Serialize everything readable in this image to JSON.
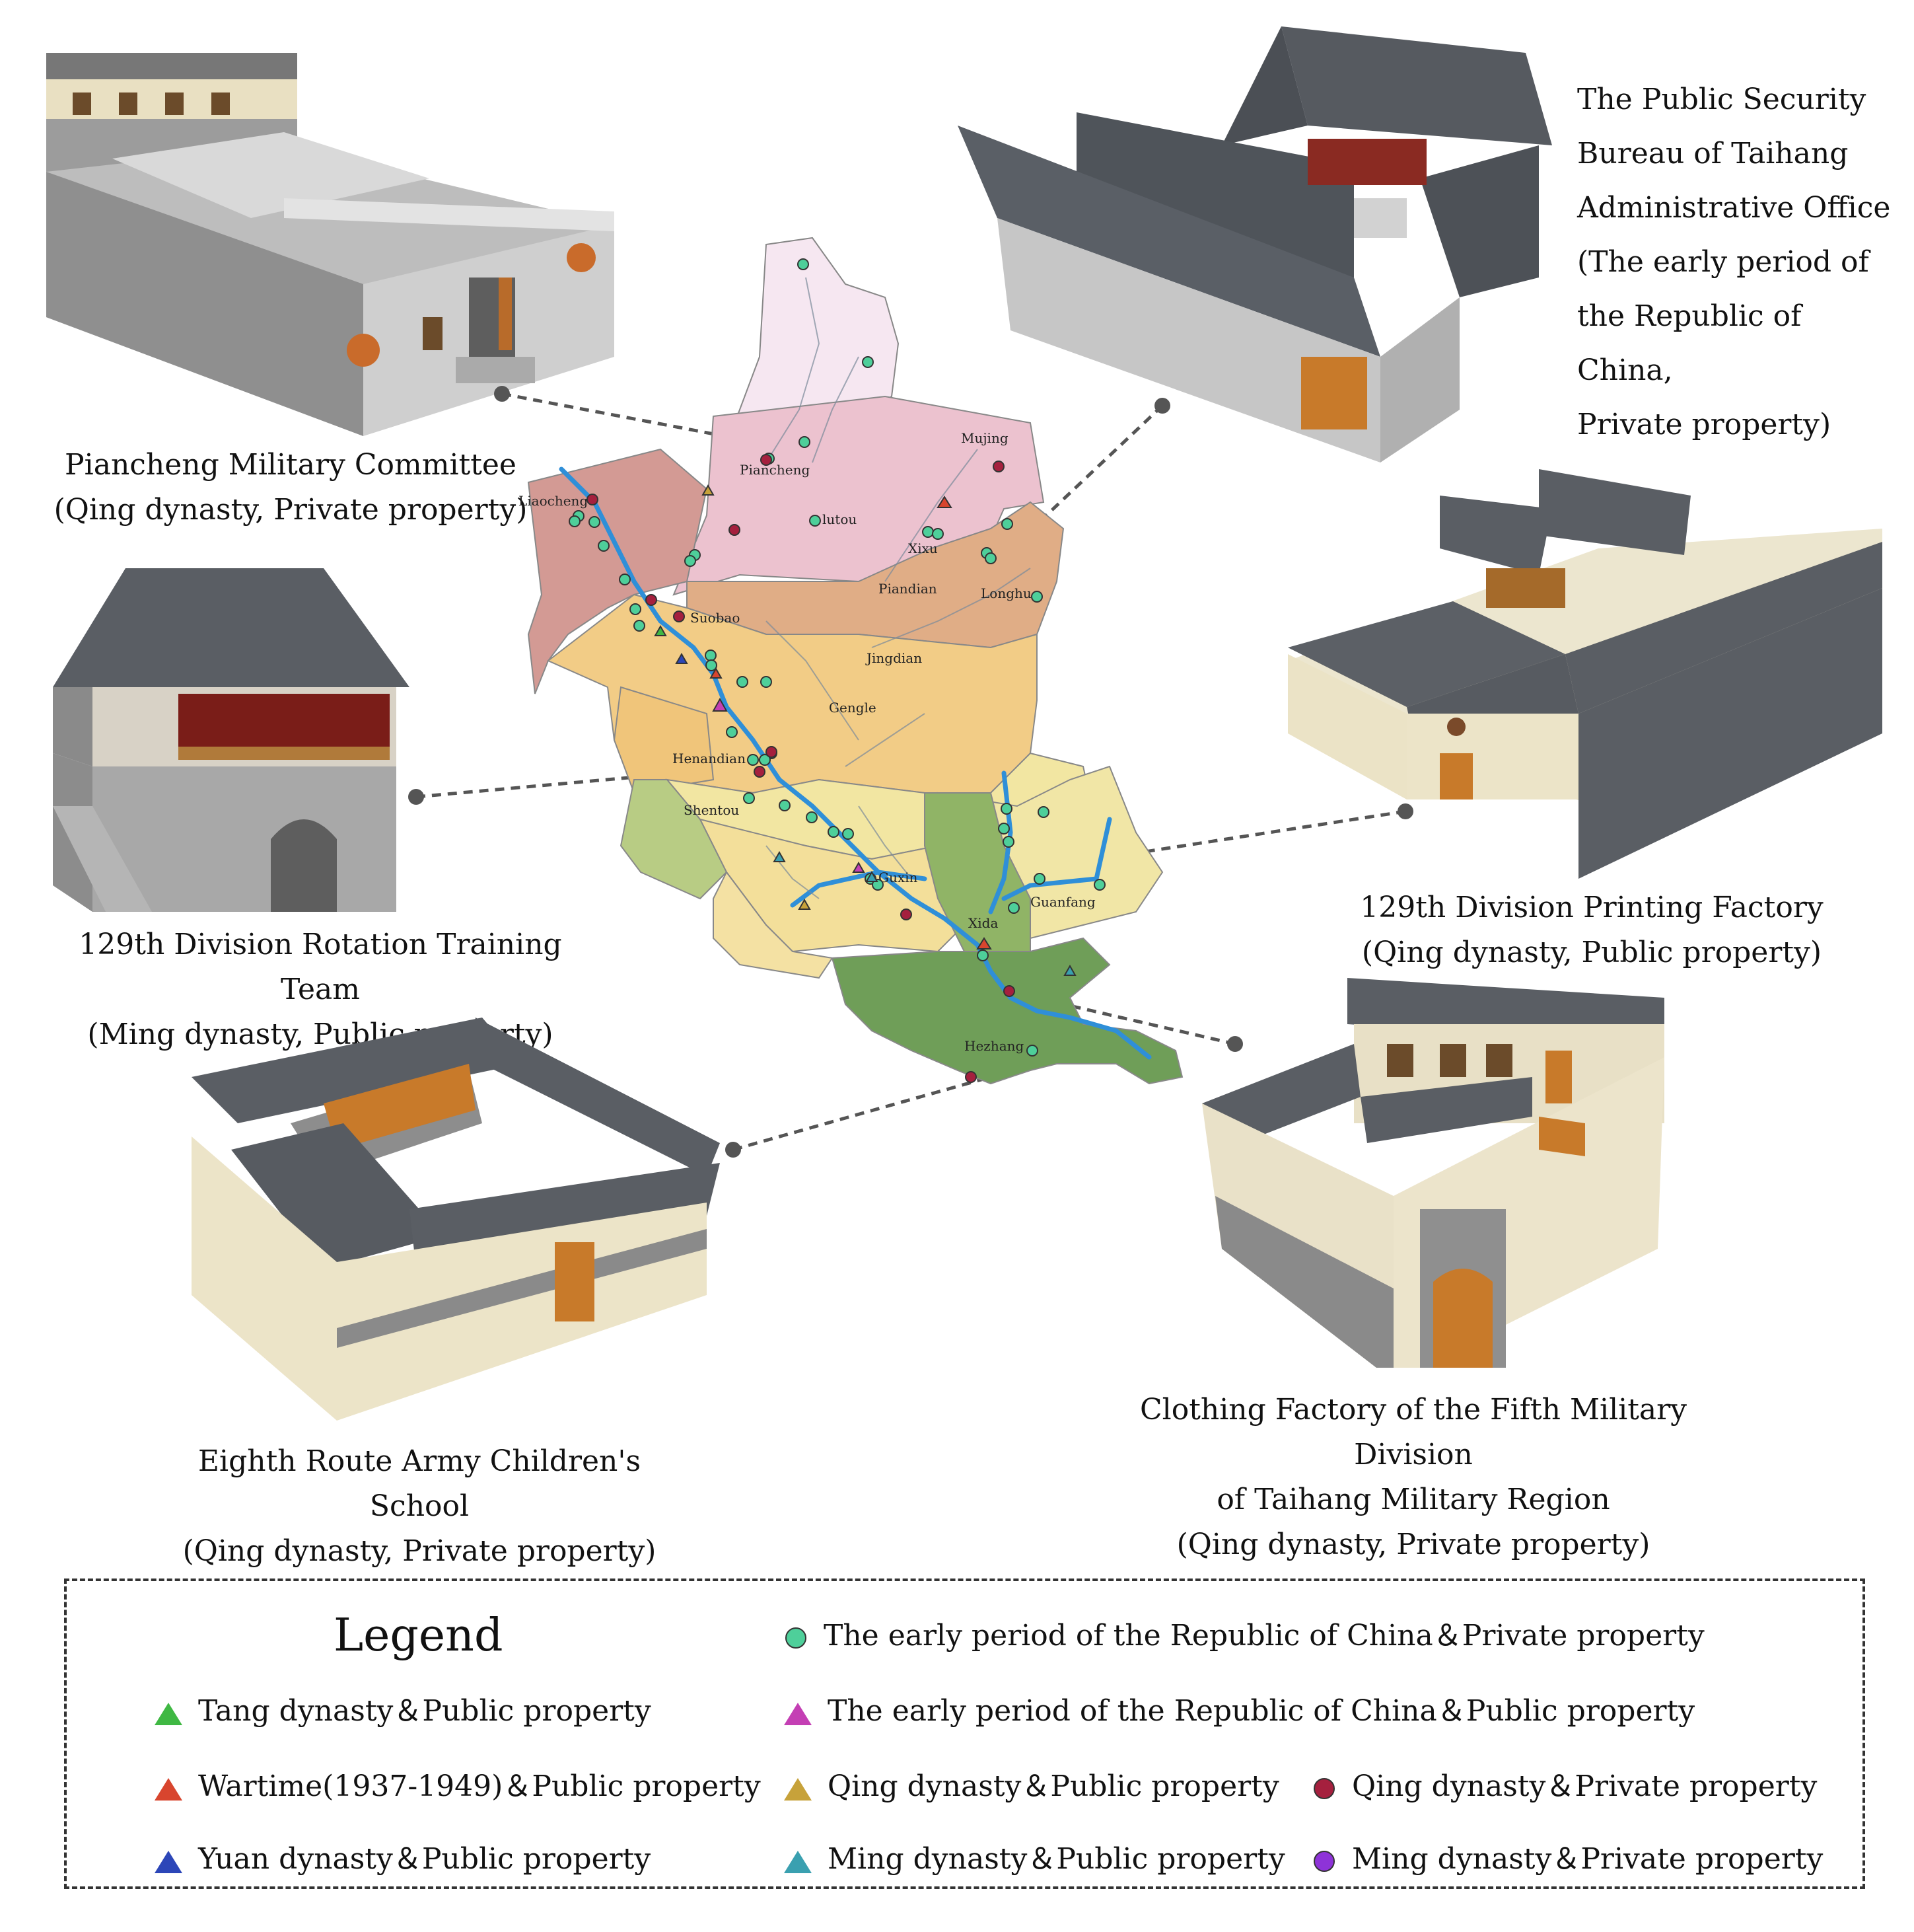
{
  "buildings": [
    {
      "id": "piancheng",
      "title": [
        "Piancheng Military Committee",
        "(Qing dynasty, Private property)"
      ]
    },
    {
      "id": "security",
      "title": [
        "The Public Security",
        "Bureau of Taihang",
        "Administrative Office",
        "(The early period of",
        "the Republic of China,",
        "Private property)"
      ]
    },
    {
      "id": "rotation",
      "title": [
        "129th Division Rotation Training Team",
        "(Ming dynasty, Public property)"
      ]
    },
    {
      "id": "printing",
      "title": [
        "129th Division Printing Factory",
        "(Qing dynasty, Public property)"
      ]
    },
    {
      "id": "school",
      "title": [
        "Eighth Route Army Children's School",
        "(Qing dynasty, Private property)"
      ]
    },
    {
      "id": "clothing",
      "title": [
        "Clothing Factory of the Fifth Military Division",
        "of Taihang Military Region",
        "(Qing dynasty, Private property)"
      ]
    }
  ],
  "map": {
    "towns": [
      "Mujing",
      "Piancheng",
      "Liaocheng",
      "lutou",
      "Xixu",
      "Longhu",
      "Piandian",
      "Suobao",
      "Jingdian",
      "Gengle",
      "Henandian",
      "Shentou",
      "Guxin",
      "Guanfang",
      "Xida",
      "Hezhang"
    ]
  },
  "legend": {
    "title": "Legend",
    "items": [
      {
        "label": "The early period of the Republic of China＆Private property",
        "shape": "circle",
        "color": "#4ecf9a"
      },
      {
        "label": "Tang dynasty＆Public property",
        "shape": "triangle",
        "color": "#3fb843"
      },
      {
        "label": "The early period of the Republic of China＆Public property",
        "shape": "triangle",
        "color": "#c43fb4"
      },
      {
        "label": "Wartime(1937-1949)＆Public property",
        "shape": "triangle",
        "color": "#d8452e"
      },
      {
        "label": "Qing dynasty＆Public property",
        "shape": "triangle",
        "color": "#c7a23a"
      },
      {
        "label": "Qing dynasty＆Private property",
        "shape": "circle",
        "color": "#a5203e"
      },
      {
        "label": "Yuan dynasty＆Public property",
        "shape": "triangle",
        "color": "#2c46b8"
      },
      {
        "label": "Ming dynasty＆Public property",
        "shape": "triangle",
        "color": "#3aa0b0"
      },
      {
        "label": "Ming dynasty＆Private property",
        "shape": "circle",
        "color": "#8e33d8"
      }
    ]
  }
}
